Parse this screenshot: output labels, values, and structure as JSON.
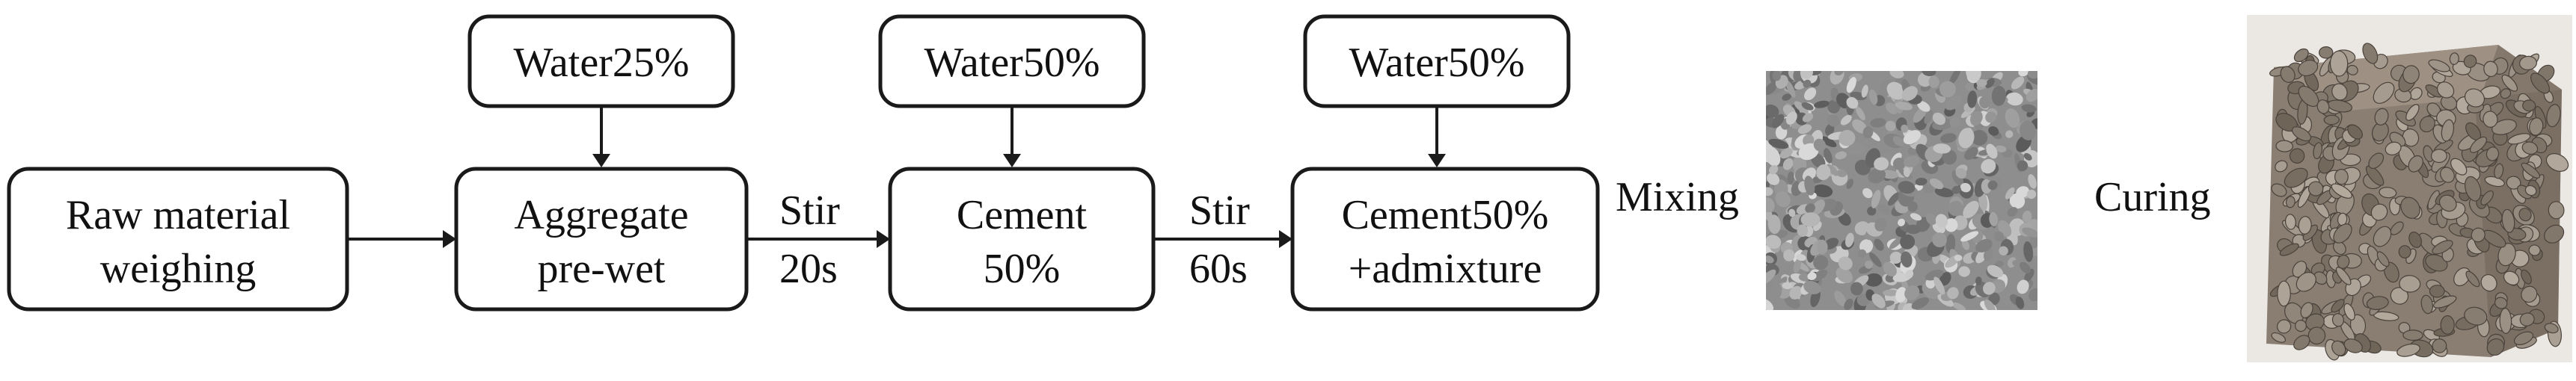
{
  "steps": {
    "raw": [
      "Raw material",
      "weighing"
    ],
    "aggregate": [
      "Aggregate",
      "pre-wet"
    ],
    "cement1": [
      "Cement",
      "50%"
    ],
    "cement2": [
      "Cement50%",
      "+admixture"
    ]
  },
  "water": {
    "w1": "Water25%",
    "w2": "Water50%",
    "w3": "Water50%"
  },
  "edge_labels": {
    "stir1": [
      "Stir",
      "20s"
    ],
    "stir2": [
      "Stir",
      "60s"
    ],
    "mixing": "Mixing",
    "curing": "Curing"
  },
  "colors": {
    "stroke": "#1a1a1a",
    "aggregate_photo": "#8e8e8e",
    "specimen_photo": "#8a7d72"
  }
}
